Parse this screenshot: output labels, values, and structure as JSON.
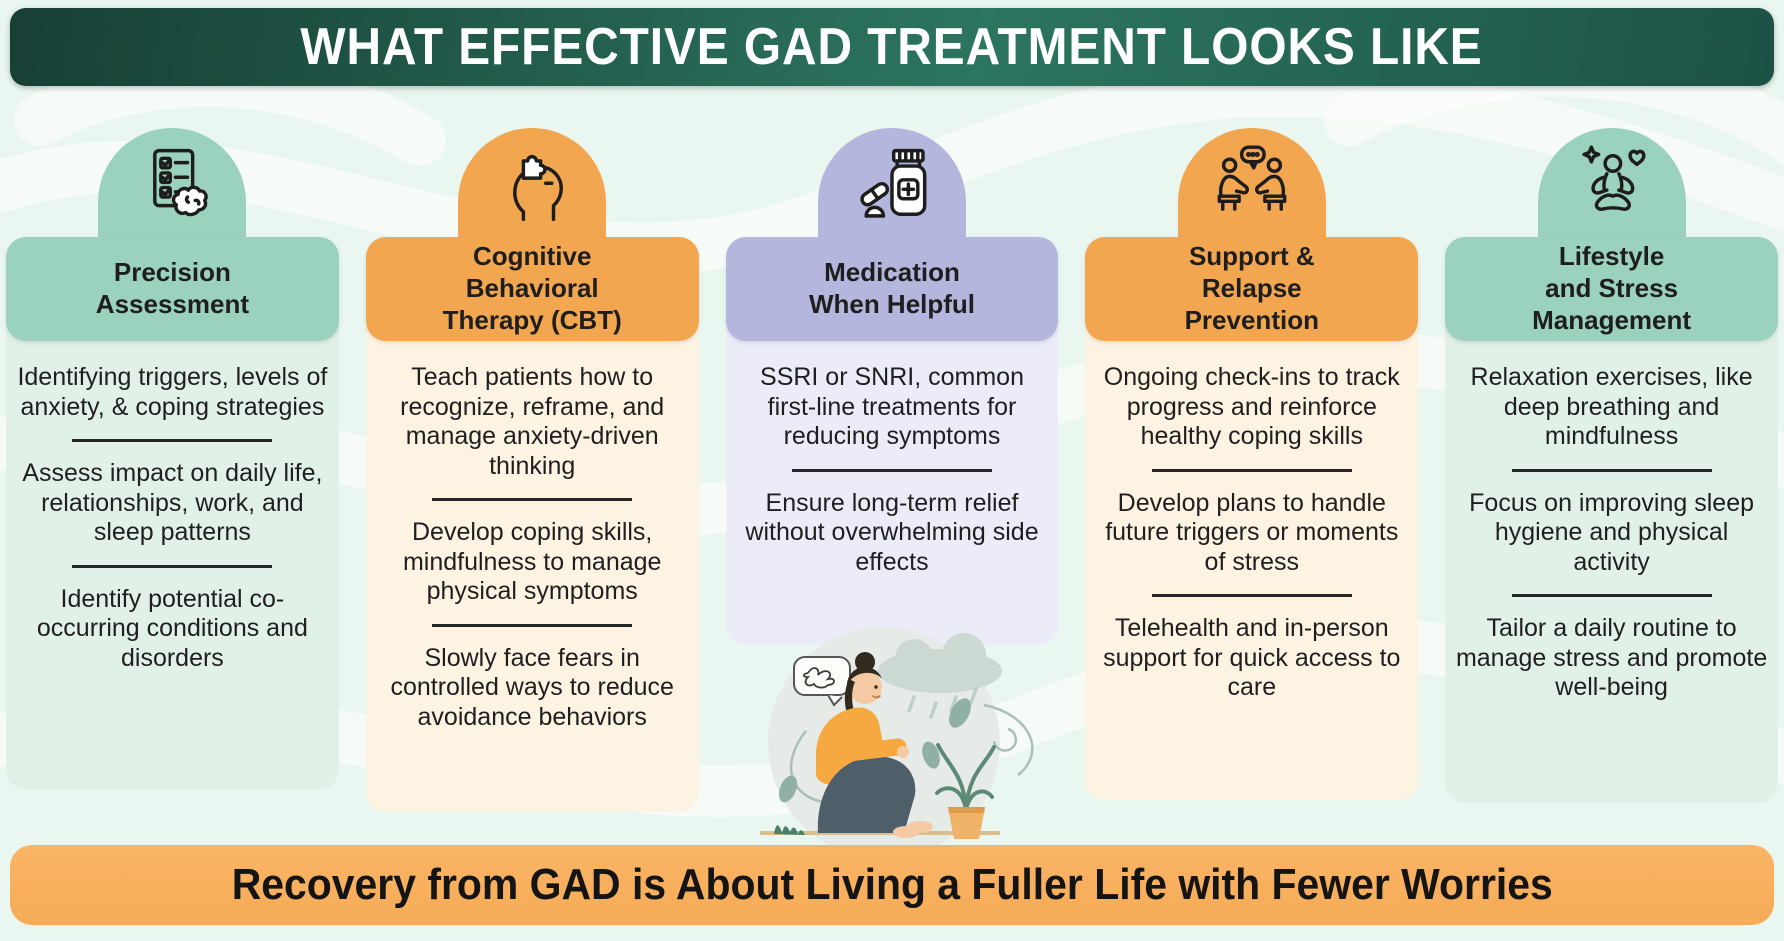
{
  "header": {
    "title": "WHAT EFFECTIVE GAD TREATMENT LOOKS LIKE",
    "background": "#1c4a3e"
  },
  "footer": {
    "title": "Recovery from GAD is About Living a Fuller Life with Fewer Worries",
    "background": "#f8b164"
  },
  "page_background": "#eaf6f0",
  "columns": [
    {
      "id": "precision-assessment",
      "title": "Precision\nAssessment",
      "icon": "checklist-brain-icon",
      "colors": {
        "header": "#9bd2bd",
        "body": "#e2f1e8"
      },
      "items": [
        "Identifying triggers, levels of anxiety, & coping strategies",
        "Assess impact on daily life, relationships, work, and sleep patterns",
        "Identify potential co-occurring conditions and disorders"
      ]
    },
    {
      "id": "cognitive-behavioral-therapy",
      "title": "Cognitive\nBehavioral\nTherapy (CBT)",
      "icon": "head-puzzle-icon",
      "colors": {
        "header": "#f1a64f",
        "body": "#fdf3e3"
      },
      "items": [
        "Teach patients how to recognize, reframe, and manage anxiety-driven thinking",
        "Develop coping skills, mindfulness to manage physical symptoms",
        "Slowly face fears in controlled ways to reduce avoidance behaviors"
      ]
    },
    {
      "id": "medication-when-helpful",
      "title": "Medication\nWhen Helpful",
      "icon": "medicine-bottle-icon",
      "colors": {
        "header": "#b4b6de",
        "body": "#ececf9"
      },
      "items": [
        "SSRI or SNRI, common first-line treatments for reducing symptoms",
        "Ensure long-term relief without overwhelming side effects"
      ]
    },
    {
      "id": "support-relapse-prevention",
      "title": "Support &\nRelapse\nPrevention",
      "icon": "support-chat-icon",
      "colors": {
        "header": "#f1a64f",
        "body": "#fdf3e3"
      },
      "items": [
        "Ongoing check-ins to track progress and reinforce healthy coping skills",
        "Develop plans to handle future triggers or moments of stress",
        "Telehealth and in-person support for quick access to care"
      ]
    },
    {
      "id": "lifestyle-stress-management",
      "title": "Lifestyle\nand Stress\nManagement",
      "icon": "meditation-icon",
      "colors": {
        "header": "#9bd2bd",
        "body": "#e2f1e8"
      },
      "items": [
        "Relaxation exercises, like deep breathing and mindfulness",
        "Focus on improving sleep hygiene and physical activity",
        "Tailor a daily routine to manage stress and promote well-being"
      ]
    }
  ],
  "illustration": {
    "name": "anxious-woman-sitting-illustration"
  }
}
